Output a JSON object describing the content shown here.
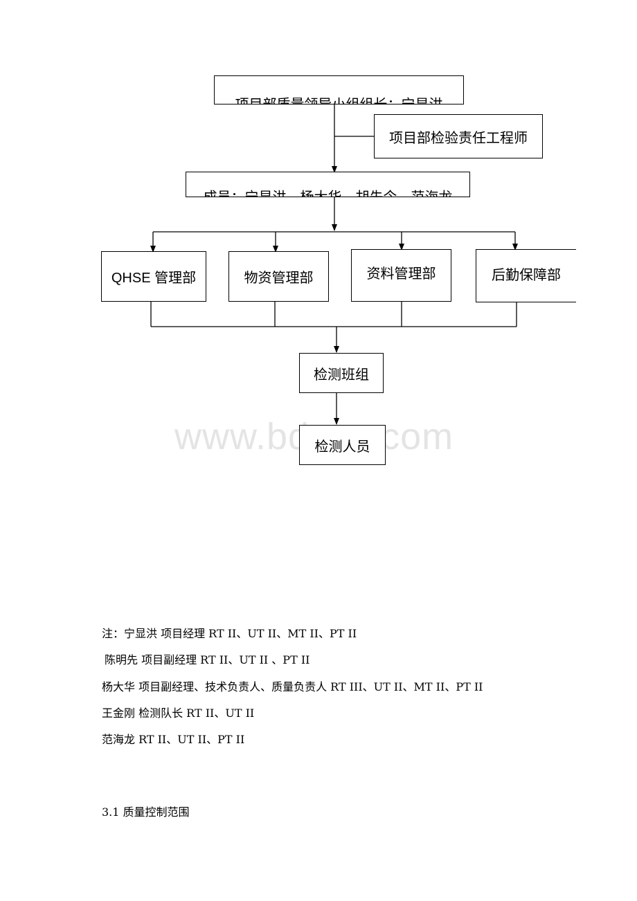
{
  "org_chart": {
    "leader_box": "项目部质量领导小组组长：宁显洪",
    "engineer_box": "项目部检验责任工程师",
    "members_box": "成员：宁显洪、杨大华、胡先今、范海龙",
    "departments": [
      "QHSE 管理部",
      "物资管理部",
      "资料管理部",
      "后勤保障部"
    ],
    "team_box": "检测班组",
    "staff_box": "检测人员"
  },
  "watermark": "www.bdocx.com",
  "notes": [
    "注：宁显洪 项目经理 RT II、UT II、MT II、PT II",
    "陈明先 项目副经理 RT II、UT II 、PT II",
    "杨大华 项目副经理、技术负责人、质量负责人 RT III、UT II、MT II、PT II",
    "王金刚 检测队长 RT II、UT II",
    "范海龙 RT II、UT II、PT II"
  ],
  "section_heading": "3.1 质量控制范围"
}
